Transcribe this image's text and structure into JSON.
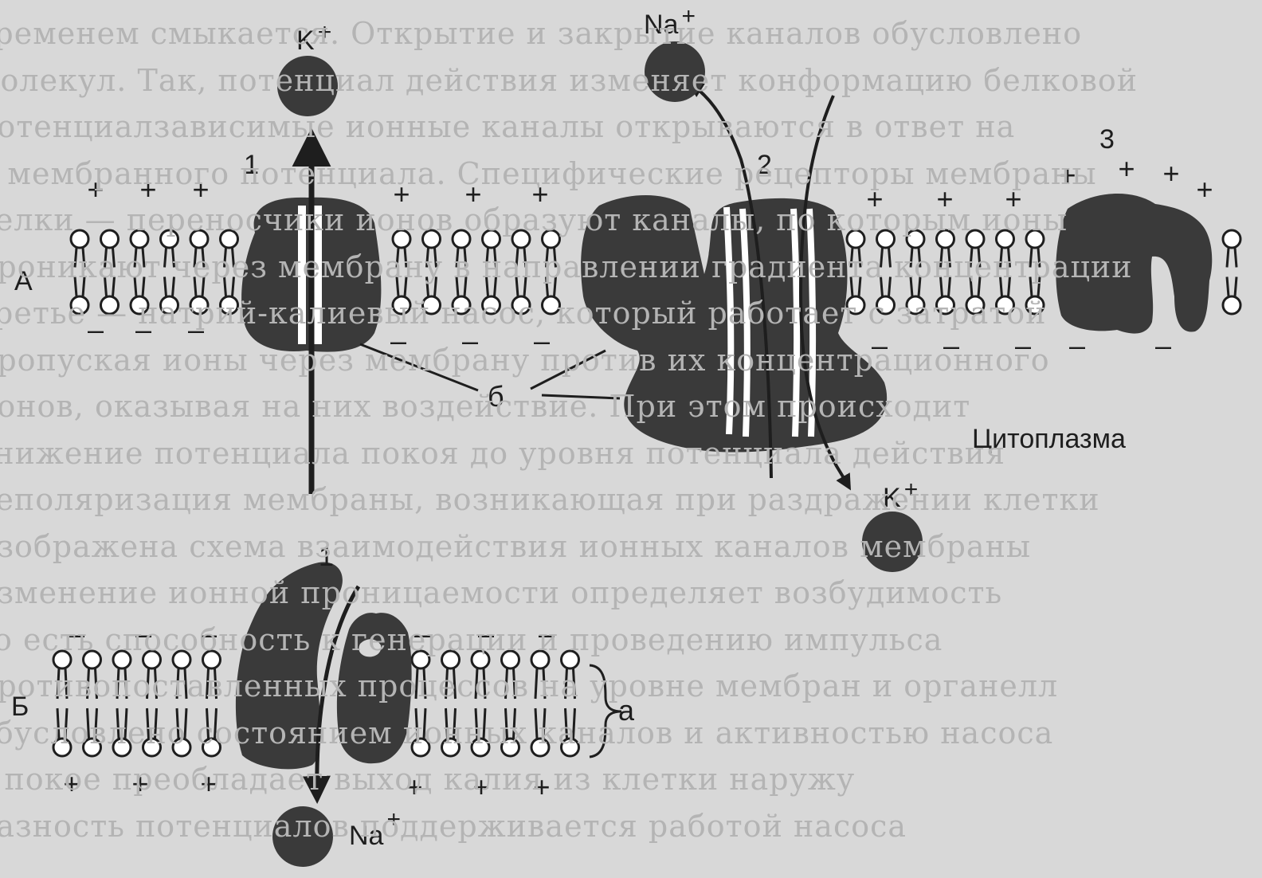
{
  "background": {
    "page_color": "#d8d8d8",
    "bleed_through_text": [
      "временем смыкается. Открытие и закрытие каналов обусловлено",
      "молекул. Так, потенциал действия изменяет конформацию белковой",
      "потенциалзависимые ионные каналы открываются в ответ на",
      "и мембранного потенциала. Специфические рецепторы мембраны",
      "белки — переносчики ионов образуют каналы, по которым ионы",
      "проникают через мембрану в направлении градиента концентрации",
      "третье — натрий-калиевый насос, который работает с затратой",
      "пропуская ионы через мембрану против их концентрационного",
      "ионов, оказывая на них воздействие. При этом происходит",
      "снижение потенциала покоя до уровня потенциала действия",
      "деполяризация мембраны, возникающая при раздражении клетки",
      "изображена схема взаимодействия ионных каналов мембраны",
      "изменение ионной проницаемости определяет возбудимость",
      "то есть способность к генерации и проведению импульса",
      "противопоставленных процессов на уровне мембран и органелл",
      "обусловлено состоянием ионных каналов и активностью насоса",
      "в покое преобладает выход калия из клетки наружу",
      "разность потенциалов поддерживается работой насоса"
    ]
  },
  "diagram": {
    "colors": {
      "protein": "#3a3a3a",
      "ink": "#1e1e1e",
      "membrane_fill": "#ffffff"
    },
    "labels": {
      "panel_A": "А",
      "panel_B": "Б",
      "channel_1_top": "1",
      "pump_2": "2",
      "protein_3": "3",
      "channel_1_bottom": "1",
      "label_b": "б",
      "label_a": "а",
      "cytoplasm": "Цитоплазма"
    },
    "ions": [
      {
        "symbol": "K",
        "charge": "+"
      },
      {
        "symbol": "Na",
        "charge": "+"
      },
      {
        "symbol": "K",
        "charge": "+"
      },
      {
        "symbol": "Na",
        "charge": "+"
      }
    ],
    "signs": {
      "plus": "+",
      "minus": "–"
    },
    "icons": [
      "ion-ball-icon",
      "arrow-icon",
      "bracket-icon"
    ]
  }
}
